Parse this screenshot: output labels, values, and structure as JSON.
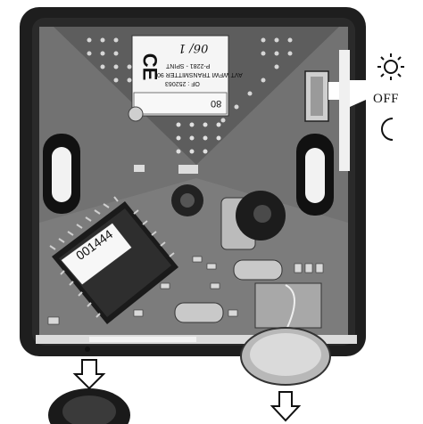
{
  "labels": {
    "chip_number": "001444",
    "label_line1": "OF : 252063",
    "label_line2": "AVT WFWI TRANSMITTER 90",
    "label_line3": "P-2281 - SPINT",
    "label_handwritten": "06/  1",
    "label_handwritten2": "80",
    "ce_mark": "CE",
    "off_text": "OFF"
  },
  "icons": {
    "on_position": "sun-icon",
    "off_position": "off-label",
    "night_position": "moon-icon",
    "eject_left": "down-arrow-icon",
    "eject_right": "down-arrow-icon"
  },
  "colors": {
    "case": "#1a1a1a",
    "board": "#6e6e6e",
    "board_dark": "#3c3c3c",
    "board_light": "#8a8a8a",
    "white": "#ffffff"
  }
}
